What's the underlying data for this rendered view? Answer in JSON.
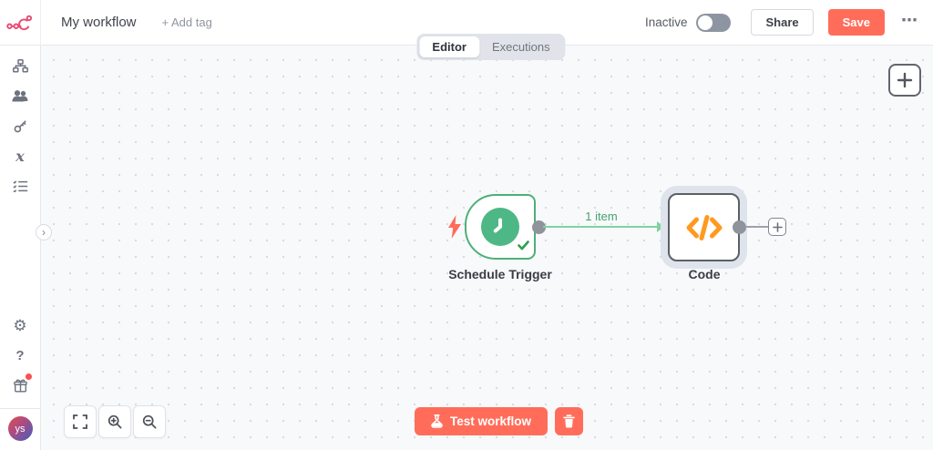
{
  "header": {
    "title": "My workflow",
    "add_tag_label": "+ Add tag",
    "status_label": "Inactive",
    "status_on": false,
    "share_label": "Share",
    "save_label": "Save",
    "more_label": "•••"
  },
  "tabs": {
    "editor_label": "Editor",
    "executions_label": "Executions",
    "active": "Editor"
  },
  "sidebar": {
    "top_items": [
      {
        "icon": "workflows-icon"
      },
      {
        "icon": "templates-users-icon"
      },
      {
        "icon": "credentials-key-icon"
      },
      {
        "icon": "variables-x-icon",
        "glyph": "x"
      },
      {
        "icon": "executions-list-icon"
      }
    ],
    "bottom_items": [
      {
        "icon": "settings-gear-icon",
        "glyph": "⚙"
      },
      {
        "icon": "help-question-icon",
        "glyph": "?"
      },
      {
        "icon": "whats-new-gift-icon",
        "has_badge": true
      }
    ],
    "expand_chevron": "›",
    "user_initials": "ys"
  },
  "workflow": {
    "nodes": [
      {
        "label": "Schedule Trigger",
        "type": "schedule-trigger",
        "status": "success"
      },
      {
        "label": "Code",
        "type": "code",
        "selected": true
      }
    ],
    "connection_label": "1 item"
  },
  "canvas_controls": {
    "add_node": "+",
    "stub_plus": "+"
  },
  "run_bar": {
    "test_workflow_label": "Test workflow"
  },
  "colors": {
    "primary": "#ff6d5a",
    "logo_pink": "#ea4b71",
    "node_green": "#4cb077",
    "clock_green": "#4db885",
    "edge_green": "#7ed3a0",
    "edge_text_green": "#45a36f",
    "code_icon_orange": "#ff9920",
    "badge_red": "#ff4d4f"
  }
}
